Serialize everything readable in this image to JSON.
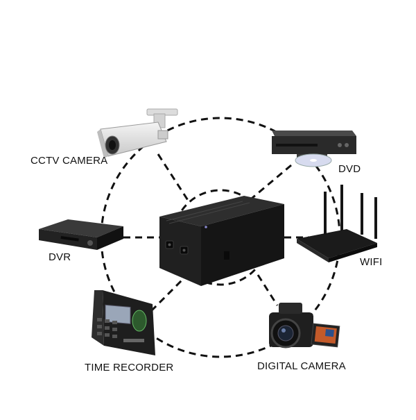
{
  "devices": [
    {
      "id": "cctv",
      "label": "CCTV CAMERA",
      "icon": "cctv-camera-icon"
    },
    {
      "id": "dvd",
      "label": "DVD",
      "icon": "dvd-player-icon"
    },
    {
      "id": "dvr",
      "label": "DVR",
      "icon": "dvr-recorder-icon"
    },
    {
      "id": "wifi",
      "label": "WIFI",
      "icon": "wifi-router-icon"
    },
    {
      "id": "time",
      "label": "TIME RECORDER",
      "icon": "time-recorder-icon"
    },
    {
      "id": "camera",
      "label": "DIGITAL CAMERA",
      "icon": "digital-camera-icon"
    }
  ],
  "center": {
    "icon": "ups-power-box-icon"
  },
  "colors": {
    "line": "#111111",
    "device_dark": "#1c1c1c",
    "device_light": "#e9e9e9"
  }
}
